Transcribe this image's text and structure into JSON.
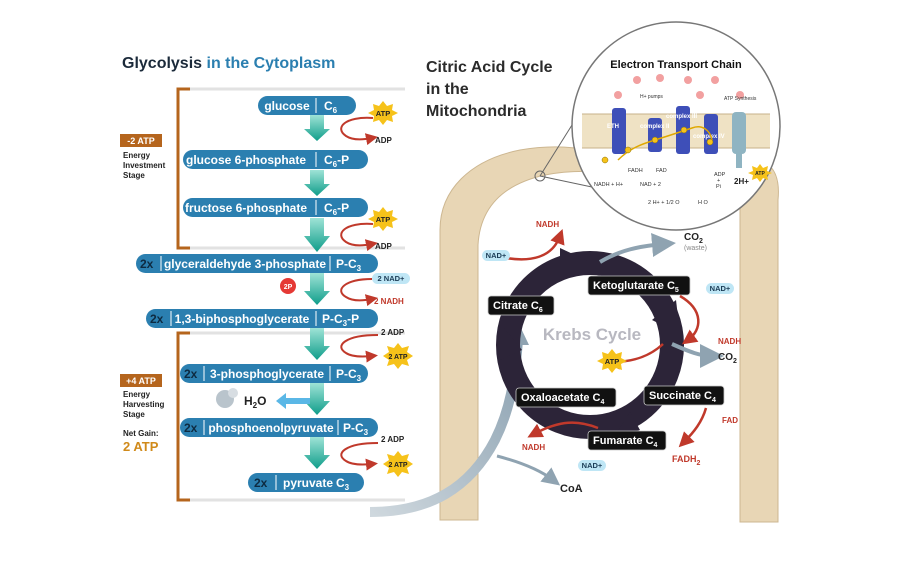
{
  "glycolysis": {
    "title_a": "Glycolysis",
    "title_b": " in the Cytoplasm",
    "investment": {
      "atp": "-2 ATP",
      "line1": "Energy",
      "line2": "Investment",
      "line3": "Stage"
    },
    "harvesting": {
      "atp": "+4 ATP",
      "line1": "Energy",
      "line2": "Harvesting",
      "line3": "Stage"
    },
    "net_gain": {
      "label": "Net Gain:",
      "value": "2 ATP"
    },
    "molecules": [
      {
        "name": "glucose",
        "formula": "C",
        "sub": "6",
        "tail": "",
        "mult": ""
      },
      {
        "name": "glucose 6-phosphate",
        "formula": "C",
        "sub": "6",
        "tail": "-P",
        "mult": ""
      },
      {
        "name": "fructose 6-phosphate",
        "formula": "C",
        "sub": "6",
        "tail": "-P",
        "mult": ""
      },
      {
        "name": "glyceraldehyde 3-phosphate",
        "formula": "P-C",
        "sub": "3",
        "tail": "",
        "mult": "2x"
      },
      {
        "name": "1,3-biphosphoglycerate",
        "formula": "P-C",
        "sub": "3",
        "tail": "-P",
        "mult": "2x"
      },
      {
        "name": "3-phosphoglycerate",
        "formula": "P-C",
        "sub": "3",
        "tail": "",
        "mult": "2x"
      },
      {
        "name": "phosphoenolpyruvate",
        "formula": "P-C",
        "sub": "3",
        "tail": "",
        "mult": "2x"
      },
      {
        "name": "pyruvate",
        "formula": "C",
        "sub": "3",
        "tail": "",
        "mult": "2x"
      }
    ],
    "side": {
      "atp": "ATP",
      "adp": "ADP",
      "two_atp": "2 ATP",
      "two_adp": "2 ADP",
      "two_nad": "2 NAD+",
      "two_nadh": "2 NADH",
      "two_p": "2P",
      "water": "H",
      "water_sub": "2",
      "water_o": "O"
    }
  },
  "citric": {
    "title_l1": "Citric Acid Cycle",
    "title_l2": "in the",
    "title_l3": "Mitochondria",
    "cycle_label": "Krebs Cycle",
    "citrate": {
      "name": "Citrate",
      "c": "C",
      "sub": "6"
    },
    "ketoglutarate": {
      "name": "Ketoglutarate",
      "c": "C",
      "sub": "5"
    },
    "succinate": {
      "name": "Succinate",
      "c": "C",
      "sub": "4"
    },
    "fumarate": {
      "name": "Fumarate",
      "c": "C",
      "sub": "4"
    },
    "oxaloacetate": {
      "name": "Oxaloacetate",
      "c": "C",
      "sub": "4"
    },
    "nad": "NAD+",
    "nadh": "NADH",
    "co2": "CO",
    "co2_sub": "2",
    "waste": "(waste)",
    "atp": "ATP",
    "fad": "FAD",
    "fadh": "FADH",
    "fadh_sub": "2",
    "coa": "CoA"
  },
  "etc": {
    "title": "Electron Transport Chain",
    "hplus": "H+",
    "hpumps": "H+ pumps",
    "atp_synthesis": "ATP Synthesis",
    "complex1": "ETH",
    "complex2": "complex II",
    "complex3": "complex III",
    "complex4": "complex IV",
    "fadh2": "FADH",
    "fad": "FAD",
    "nadh_h": "NADH + H+",
    "nad_2": "NAD + 2",
    "oxygen": "2 H+ + 1/2 O",
    "water": "H O",
    "adp_p": "ADP",
    "plus": "+",
    "pi": "Pi",
    "twoh": "2H+",
    "atp": "ATP"
  },
  "colors": {
    "pill": "#2b7fb0",
    "bracket": "#b5651d",
    "teal_arrow": "#1fae9d",
    "cycle": "#2c2438",
    "membrane": "#e8d6b5",
    "red": "#c0392b",
    "atp_star": "#f6c21a"
  }
}
